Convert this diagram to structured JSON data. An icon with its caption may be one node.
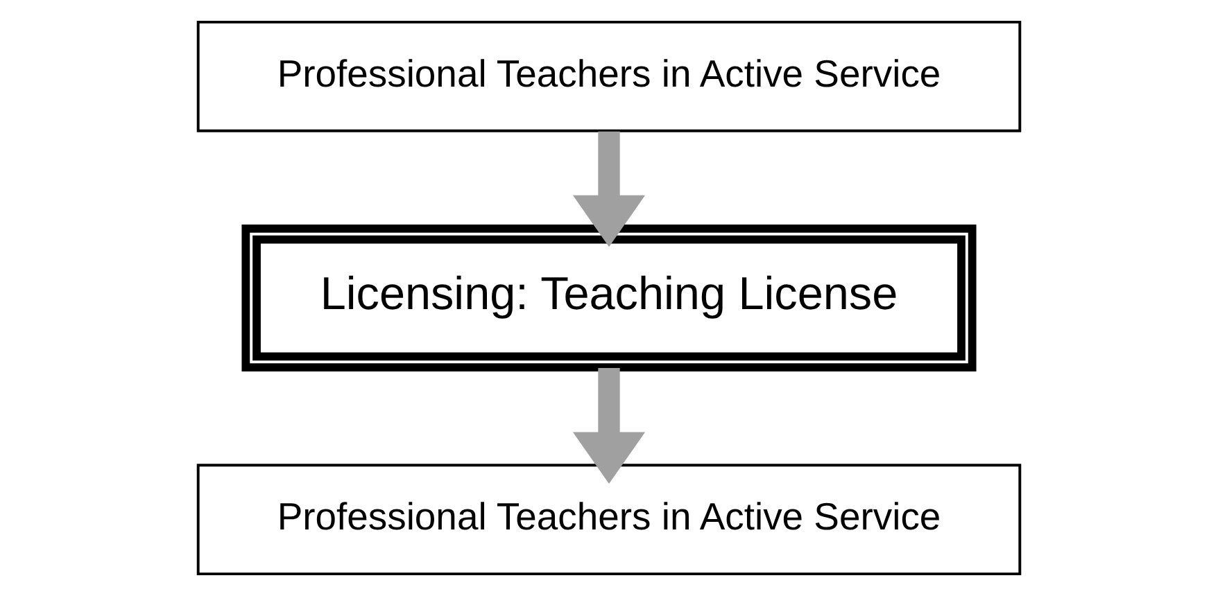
{
  "diagram": {
    "nodes": [
      {
        "text": [
          "Professional Teachers in Active Service"
        ]
      },
      {
        "text": [
          "Licensing: Teaching License"
        ]
      },
      {
        "text": [
          "Professional Teachers in Active Service"
        ]
      }
    ],
    "edges": [
      {
        "from": 0,
        "to": 1,
        "arrow": "to"
      },
      {
        "from": 1,
        "to": 2,
        "arrow": "to"
      }
    ]
  }
}
